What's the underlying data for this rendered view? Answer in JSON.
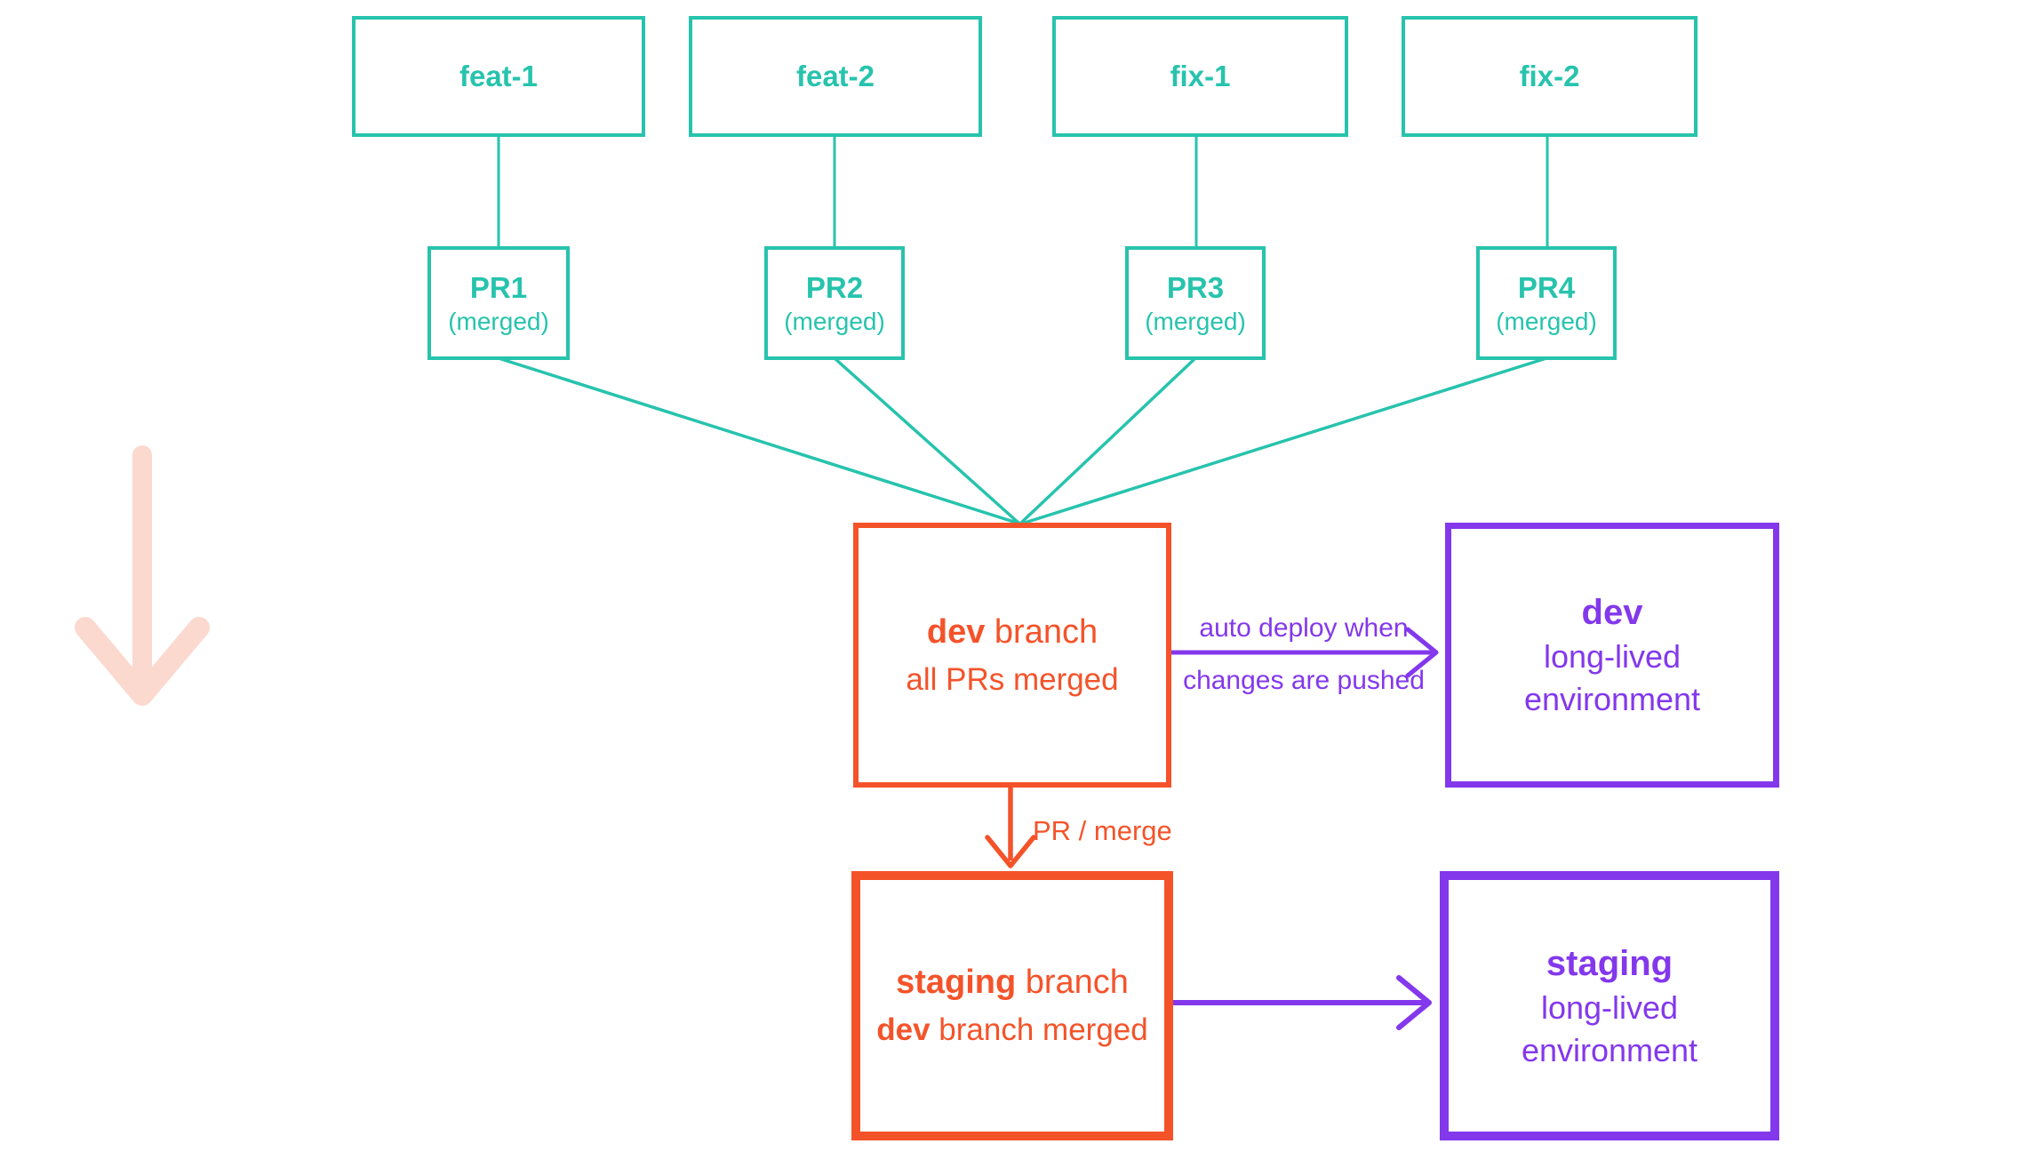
{
  "palette": {
    "teal": "#27C3AD",
    "orange": "#F4532A",
    "purple": "#8338EC",
    "pink_arrow": "#FBD9CF"
  },
  "feature_branches": [
    {
      "label": "feat-1"
    },
    {
      "label": "feat-2"
    },
    {
      "label": "fix-1"
    },
    {
      "label": "fix-2"
    }
  ],
  "pull_requests": [
    {
      "label": "PR1",
      "status": "(merged)"
    },
    {
      "label": "PR2",
      "status": "(merged)"
    },
    {
      "label": "PR3",
      "status": "(merged)"
    },
    {
      "label": "PR4",
      "status": "(merged)"
    }
  ],
  "dev_branch_box": {
    "name": "dev",
    "name_suffix": " branch",
    "subtitle": "all PRs merged"
  },
  "dev_environment_box": {
    "name": "dev",
    "line1": "long-lived",
    "line2": "environment"
  },
  "staging_branch_box": {
    "name": "staging",
    "name_suffix": " branch",
    "subtitle_bold": "dev",
    "subtitle_rest": " branch merged"
  },
  "staging_environment_box": {
    "name": "staging",
    "line1": "long-lived",
    "line2": "environment"
  },
  "edge_labels": {
    "auto_deploy_line1": "auto deploy when",
    "auto_deploy_line2": "changes are pushed",
    "pr_merge": "PR / merge"
  },
  "icons": {
    "big_down_arrow": "down-arrow"
  }
}
